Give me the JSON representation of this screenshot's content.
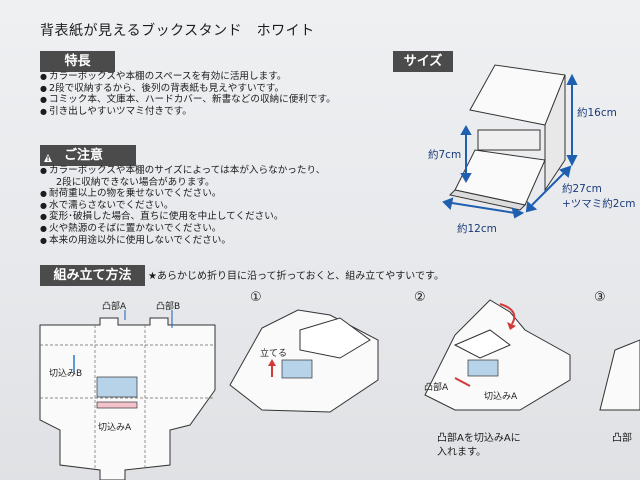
{
  "title": "背表紙が見えるブックスタンド　ホワイト",
  "features": {
    "header": "特長",
    "items": [
      "カラーボックスや本棚のスペースを有効に活用します。",
      "2段で収納するから、後列の背表紙も見えやすいです。",
      "コミック本、文庫本、ハードカバー、新書などの収納に便利です。",
      "引き出しやすいツマミ付きです。"
    ]
  },
  "caution": {
    "header": "ご注意",
    "items": [
      {
        "text": "カラーボックスや本棚のサイズによっては本が入らなかったり、",
        "cont": false
      },
      {
        "text": "2段に収納できない場合があります。",
        "cont": true
      },
      {
        "text": "耐荷重以上の物を乗せないでください。",
        "cont": false
      },
      {
        "text": "水で濡らさないでください。",
        "cont": false
      },
      {
        "text": "変形･破損した場合、直ちに使用を中止してください。",
        "cont": false
      },
      {
        "text": "火や熱源のそばに置かないでください。",
        "cont": false
      },
      {
        "text": "本来の用途以外に使用しないでください。",
        "cont": false
      }
    ]
  },
  "size": {
    "header": "サイズ",
    "height": "約16cm",
    "inner_height": "約7cm",
    "width": "約12cm",
    "depth": "約27cm",
    "tab": "+ツマミ約2cm"
  },
  "assembly": {
    "header": "組み立て方法",
    "intro": "★あらかじめ折り目に沿って折っておくと、組み立てやすいです。",
    "labels": {
      "convex_a": "凸部A",
      "convex_b": "凸部B",
      "slit_b": "切込みB",
      "slit_a": "切込みA",
      "stand_up": "立てる"
    },
    "steps": [
      "①",
      "②",
      "③"
    ],
    "step2_note_line1": "凸部Aを切込みAに",
    "step2_note_line2": "入れます。",
    "step3_note": "凸部"
  },
  "colors": {
    "header_bg": "#4b4b4b",
    "dimension_arrow": "#1f5fb0",
    "accent_red": "#d23a3a",
    "panel_blue": "#b7d3ea"
  }
}
